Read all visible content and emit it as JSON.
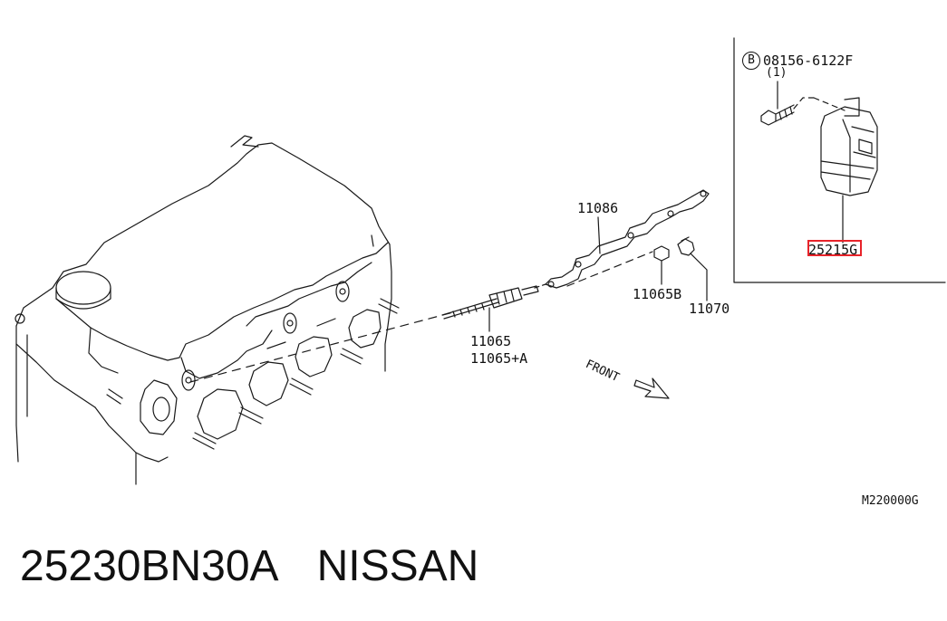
{
  "labels": {
    "bolt_part": "08156-6122F",
    "bolt_qty": "(1)",
    "bolt_code": "B",
    "relay_part": "25215G",
    "harness": "11086",
    "nut": "11065B",
    "cap": "11070",
    "plug_a": "11065",
    "plug_b": "11065+A",
    "front": "FRONT",
    "diagram_id": "M220000G"
  },
  "caption": {
    "part_number": "25230BN30A",
    "brand": "NISSAN"
  },
  "colors": {
    "line": "#1a1a1a",
    "highlight": "#e8232a"
  }
}
